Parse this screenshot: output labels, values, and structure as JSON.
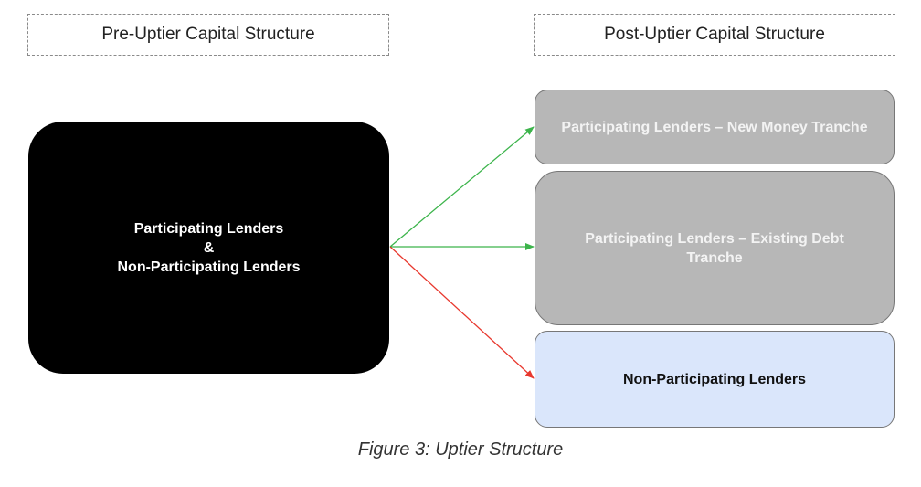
{
  "headers": {
    "left": "Pre-Uptier Capital Structure",
    "right": "Post-Uptier Capital Structure"
  },
  "nodes": {
    "pre": {
      "line1": "Participating Lenders",
      "line2": "&",
      "line3": "Non-Participating Lenders"
    },
    "new_money": "Participating Lenders – New Money Tranche",
    "existing_debt": "Participating Lenders – Existing Debt Tranche",
    "non_participating": "Non-Participating Lenders"
  },
  "colors": {
    "pre_fill": "#000000",
    "tranche_fill": "#b7b7b7",
    "non_participating_fill": "#dae6fb",
    "arrow_green": "#3cb44b",
    "arrow_red": "#e8382e"
  },
  "caption": "Figure 3: Uptier Structure"
}
